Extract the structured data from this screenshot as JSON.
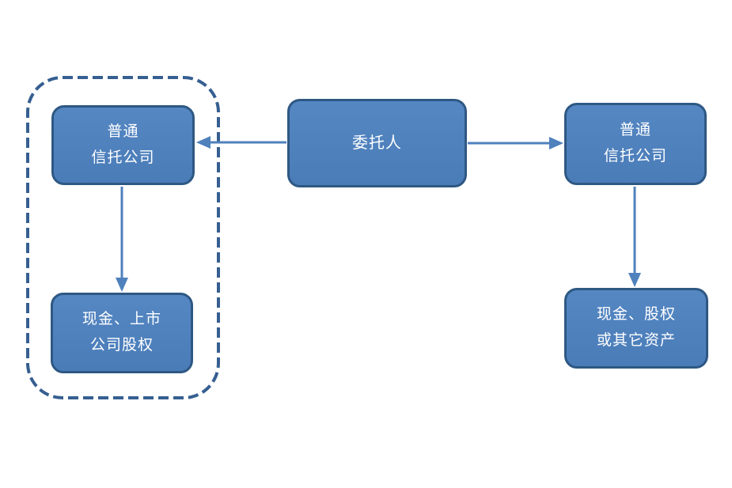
{
  "diagram": {
    "nodes": {
      "trustor": {
        "label": "委托人"
      },
      "left_trust": {
        "label": "普通\n信托公司"
      },
      "right_trust": {
        "label": "普通\n信托公司"
      },
      "left_assets": {
        "label": "现金、上市\n公司股权"
      },
      "right_assets": {
        "label": "现金、股权\n或其它资产"
      }
    },
    "edges": [
      {
        "from": "trustor",
        "to": "left_trust",
        "direction": "left"
      },
      {
        "from": "trustor",
        "to": "right_trust",
        "direction": "right"
      },
      {
        "from": "left_trust",
        "to": "left_assets",
        "direction": "down"
      },
      {
        "from": "right_trust",
        "to": "right_assets",
        "direction": "down"
      }
    ],
    "grouping": {
      "dashed_frame_contains": [
        "left_trust",
        "left_assets"
      ]
    },
    "colors": {
      "node_fill": "#4e80bc",
      "node_border": "#2e5883",
      "arrow": "#4f81bd",
      "dashed_frame": "#365f91",
      "text": "#ffffff",
      "background": "#ffffff"
    }
  }
}
